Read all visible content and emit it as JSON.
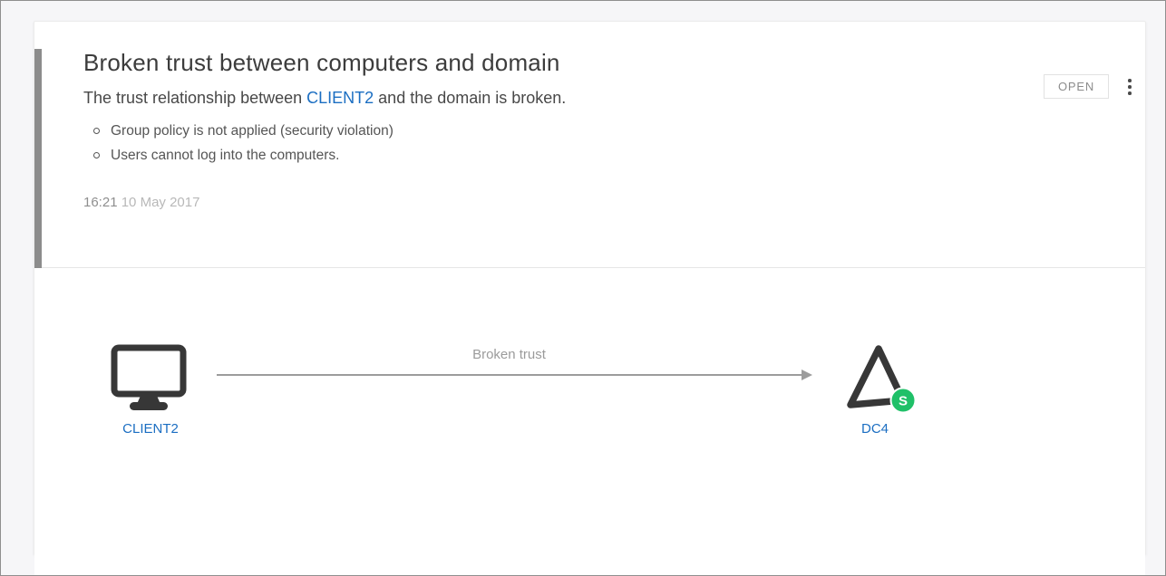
{
  "alert_card": {
    "title": "Broken trust between computers and domain",
    "description": {
      "prefix": "The trust relationship between ",
      "entity": "CLIENT2",
      "suffix": " and the domain is broken."
    },
    "bullets": [
      "Group policy is not applied (security violation)",
      "Users cannot log into the computers."
    ],
    "timestamp": {
      "time": "16:21",
      "date": "10 May 2017"
    },
    "status_button_label": "OPEN",
    "menu_icon": "kebab-vertical-dots"
  },
  "diagram": {
    "source_node": {
      "label": "CLIENT2",
      "icon": "computer-monitor"
    },
    "target_node": {
      "label": "DC4",
      "icon": "domain-controller-triangle",
      "badge": "S"
    },
    "edge": {
      "label": "Broken trust",
      "direction": "left-to-right"
    }
  },
  "colors": {
    "accent_bar_gray": "#8c8c8c",
    "link_blue": "#1b6ec2",
    "badge_green": "#1fc068",
    "icon_dark": "#373737",
    "arrow_gray": "#9c9c9c",
    "page_background": "#f6f6f8"
  }
}
